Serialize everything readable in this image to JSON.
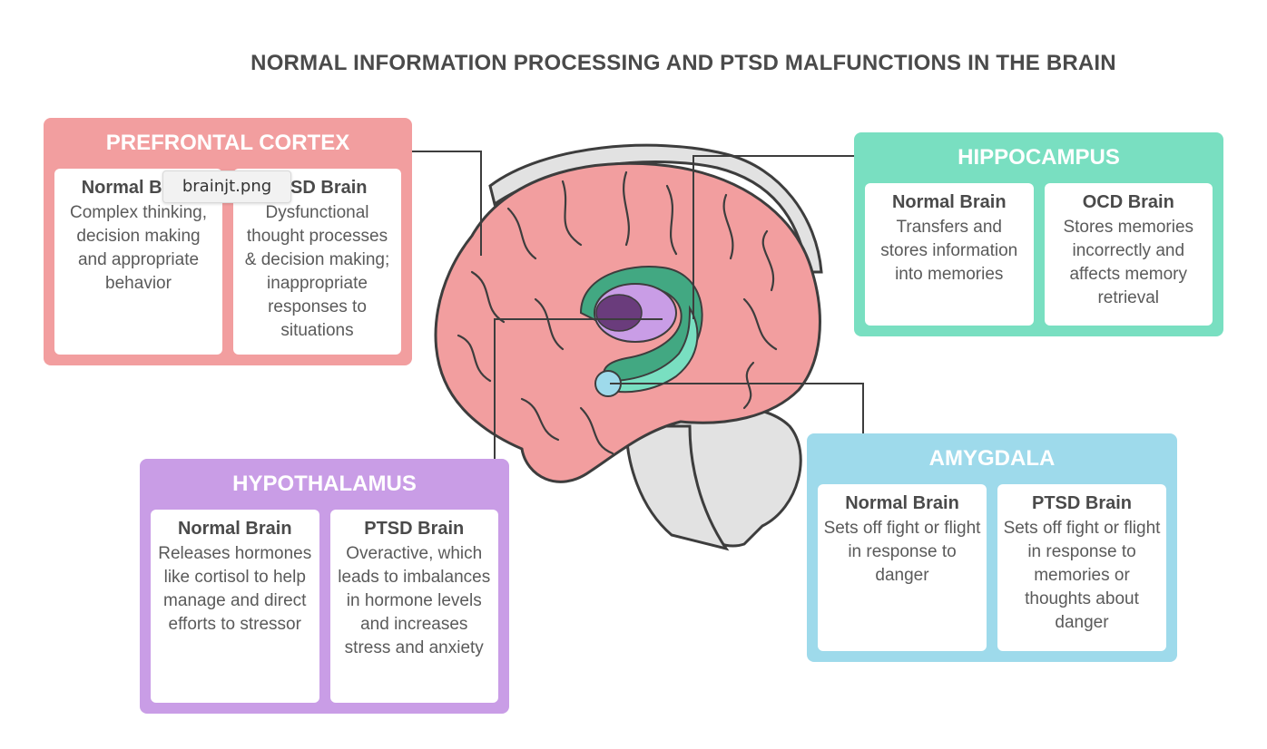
{
  "title": "NORMAL INFORMATION PROCESSING AND PTSD MALFUNCTIONS IN THE BRAIN",
  "tooltip": "brainjt.png",
  "colors": {
    "prefrontal": "#f29e9f",
    "hippocampus": "#79dfc1",
    "hypothalamus": "#c99de6",
    "amygdala": "#9edaeb",
    "brain": "#f29e9f",
    "outline": "#3d3d3d",
    "cerebellum": "#e2e2e2"
  },
  "panels": {
    "prefrontal": {
      "title": "PREFRONTAL CORTEX",
      "left": {
        "title": "Normal Brain",
        "text": "Complex thinking, decision making and appropriate behavior"
      },
      "right": {
        "title": "PTSD Brain",
        "text": "Dysfunctional thought processes & decision making; inappropriate responses to situations"
      }
    },
    "hippocampus": {
      "title": "HIPPOCAMPUS",
      "left": {
        "title": "Normal Brain",
        "text": "Transfers and stores information into memories"
      },
      "right": {
        "title": "OCD Brain",
        "text": "Stores memories incorrectly and affects memory retrieval"
      }
    },
    "hypothalamus": {
      "title": "HYPOTHALAMUS",
      "left": {
        "title": "Normal Brain",
        "text": "Releases hormones like cortisol to help manage and direct efforts to stressor"
      },
      "right": {
        "title": "PTSD Brain",
        "text": "Overactive, which leads to imbalances in hormone levels and increases stress and anxiety"
      }
    },
    "amygdala": {
      "title": "AMYGDALA",
      "left": {
        "title": "Normal Brain",
        "text": "Sets off fight or flight in response to danger"
      },
      "right": {
        "title": "PTSD Brain",
        "text": "Sets off fight or flight in response to memories or thoughts about danger"
      }
    }
  }
}
